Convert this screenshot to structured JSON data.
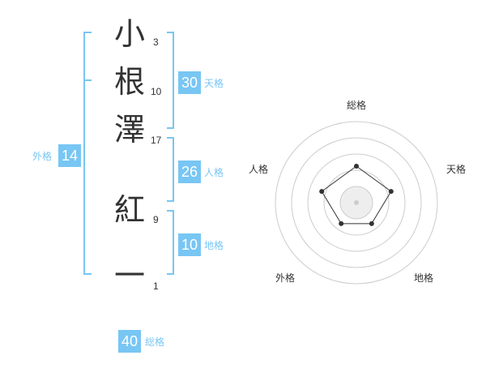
{
  "name": {
    "chars": [
      {
        "char": "小",
        "strokes": "3"
      },
      {
        "char": "根",
        "strokes": "10"
      },
      {
        "char": "澤",
        "strokes": "17"
      },
      {
        "char": "紅",
        "strokes": "9"
      },
      {
        "char": "一",
        "strokes": "1"
      }
    ]
  },
  "kakusu": {
    "tenkaku": {
      "value": "30",
      "label": "天格"
    },
    "jinkaku": {
      "value": "26",
      "label": "人格"
    },
    "chikaku": {
      "value": "10",
      "label": "地格"
    },
    "gaikaku": {
      "value": "14",
      "label": "外格"
    },
    "soukaku": {
      "value": "40",
      "label": "総格"
    }
  },
  "radar": {
    "axes": [
      "総格",
      "天格",
      "地格",
      "外格",
      "人格"
    ],
    "levels": [
      0.45,
      0.45,
      0.32,
      0.32,
      0.45
    ]
  },
  "colors": {
    "accent": "#78c6f4",
    "text": "#333333",
    "grid": "#cccccc"
  }
}
